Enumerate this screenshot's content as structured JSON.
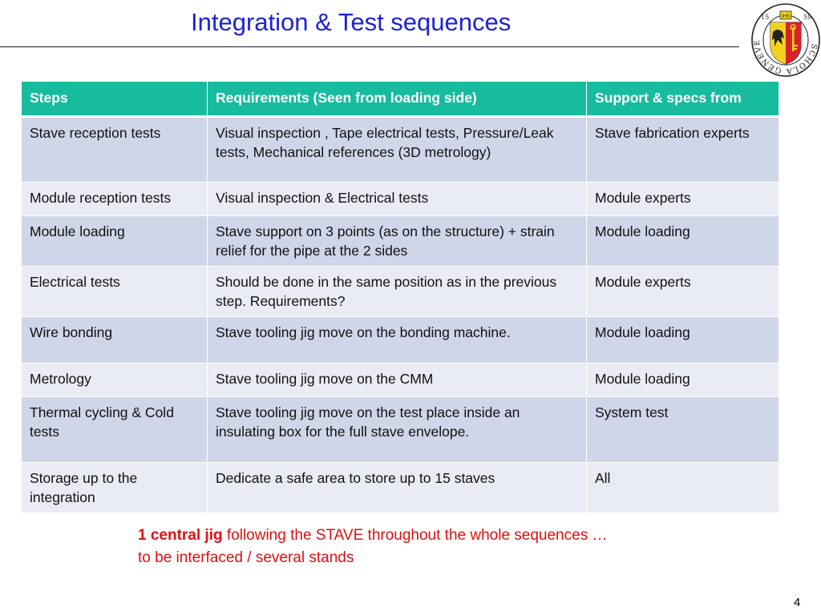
{
  "slide": {
    "title": "Integration & Test sequences",
    "page_number": "4",
    "logo": {
      "motto_text": "SCHOLA GENEVENSIS",
      "year_left": "15",
      "year_right": "59",
      "icon": "university-seal-icon"
    }
  },
  "table": {
    "headers": [
      "Steps",
      "Requirements (Seen from loading side)",
      "Support & specs from"
    ],
    "rows": [
      [
        "Stave reception tests",
        "Visual inspection , Tape electrical tests, Pressure/Leak tests, Mechanical references (3D metrology)",
        "Stave fabrication experts"
      ],
      [
        "Module reception tests",
        "Visual inspection & Electrical tests",
        "Module experts"
      ],
      [
        "Module loading",
        "Stave support on 3 points (as on the structure) + strain relief for the pipe at the 2 sides",
        "Module loading"
      ],
      [
        "Electrical tests",
        "Should be done in the same position as in the previous step.  Requirements?",
        "Module experts"
      ],
      [
        "Wire bonding",
        "Stave tooling jig move on the bonding machine.",
        "Module loading"
      ],
      [
        "Metrology",
        "Stave tooling jig move on the CMM",
        "Module loading"
      ],
      [
        "Thermal cycling & Cold tests",
        "Stave tooling jig move on the test place inside an insulating box for the full stave envelope.",
        "System test"
      ],
      [
        "Storage up to the integration",
        "Dedicate a safe area to store up to 15 staves",
        "All"
      ]
    ]
  },
  "note": {
    "bold": "1 central jig",
    "line1_rest": " following the STAVE throughout the whole sequences …",
    "line2": "to be interfaced / several stands"
  },
  "colors": {
    "title": "#1a22d8",
    "header_bg": "#17bc9e",
    "row_odd": "#d0d6e9",
    "row_even": "#e9ecf5",
    "note": "#e01010"
  }
}
